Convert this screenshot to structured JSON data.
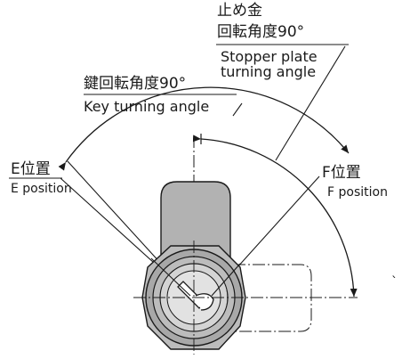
{
  "labels": {
    "stopper_line1": "止め金",
    "stopper_line2": "回転角度90°",
    "stopper_en_line1": "Stopper plate",
    "stopper_en_line2": "turning angle",
    "key_jp": "鍵回転角度90°",
    "key_en": "Key turning angle",
    "e_jp": "E位置",
    "e_en": "E position",
    "f_jp": "F位置",
    "f_en": "F position",
    "edge_fragment": "`"
  },
  "colors": {
    "stroke": "#1a1a1a",
    "housing_fill": "#a8a8a8",
    "nut_fill": "#bcbcbc",
    "ring_fill": "#d4d4d4",
    "body_fill": "#b2b2b2",
    "paper": "#ffffff"
  }
}
